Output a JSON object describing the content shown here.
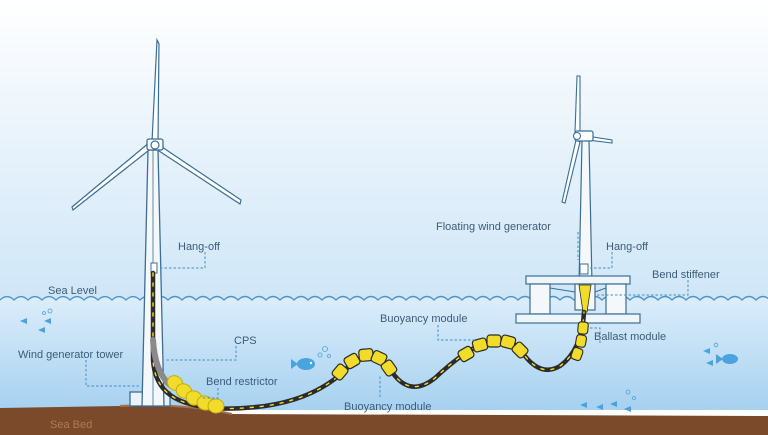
{
  "labels": {
    "sea_level": "Sea Level",
    "sea_bed": "Sea Bed",
    "wind_generator_tower": "Wind generator tower",
    "hang_off_left": "Hang-off",
    "cps": "CPS",
    "bend_restrictor": "Bend restrictor",
    "floating_wind_generator": "Floating wind generator",
    "hang_off_right": "Hang-off",
    "bend_stiffener": "Bend stiffener",
    "ballast_module": "Ballast module",
    "buoyancy_module_top": "Buoyancy module",
    "buoyancy_module_bottom": "Buoyancy module"
  },
  "colors": {
    "sky_top": "#ffffff",
    "sky_bottom": "#cfe6f7",
    "sea_top": "#d9ecfa",
    "sea_bottom": "#a9d3f1",
    "seabed": "#7a4a2a",
    "structure_line": "#3a6e97",
    "cable": "#2b2b2b",
    "module_yellow": "#f2dc2b",
    "fish": "#4aa3de"
  }
}
